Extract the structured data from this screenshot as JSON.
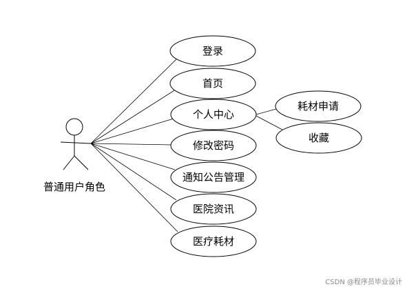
{
  "actor": {
    "label": "普通用户角色"
  },
  "use_cases": [
    {
      "id": "login",
      "label": "登录"
    },
    {
      "id": "home",
      "label": "首页"
    },
    {
      "id": "personal-center",
      "label": "个人中心"
    },
    {
      "id": "change-password",
      "label": "修改密码"
    },
    {
      "id": "announcement-management",
      "label": "通知公告管理"
    },
    {
      "id": "hospital-news",
      "label": "医院资讯"
    },
    {
      "id": "medical-consumables",
      "label": "医疗耗材"
    }
  ],
  "sub_use_cases": [
    {
      "id": "consumable-application",
      "label": "耗材申请",
      "parent": "personal-center"
    },
    {
      "id": "favorites",
      "label": "收藏",
      "parent": "personal-center"
    }
  ],
  "watermark": "CSDN @程序员毕业设计"
}
